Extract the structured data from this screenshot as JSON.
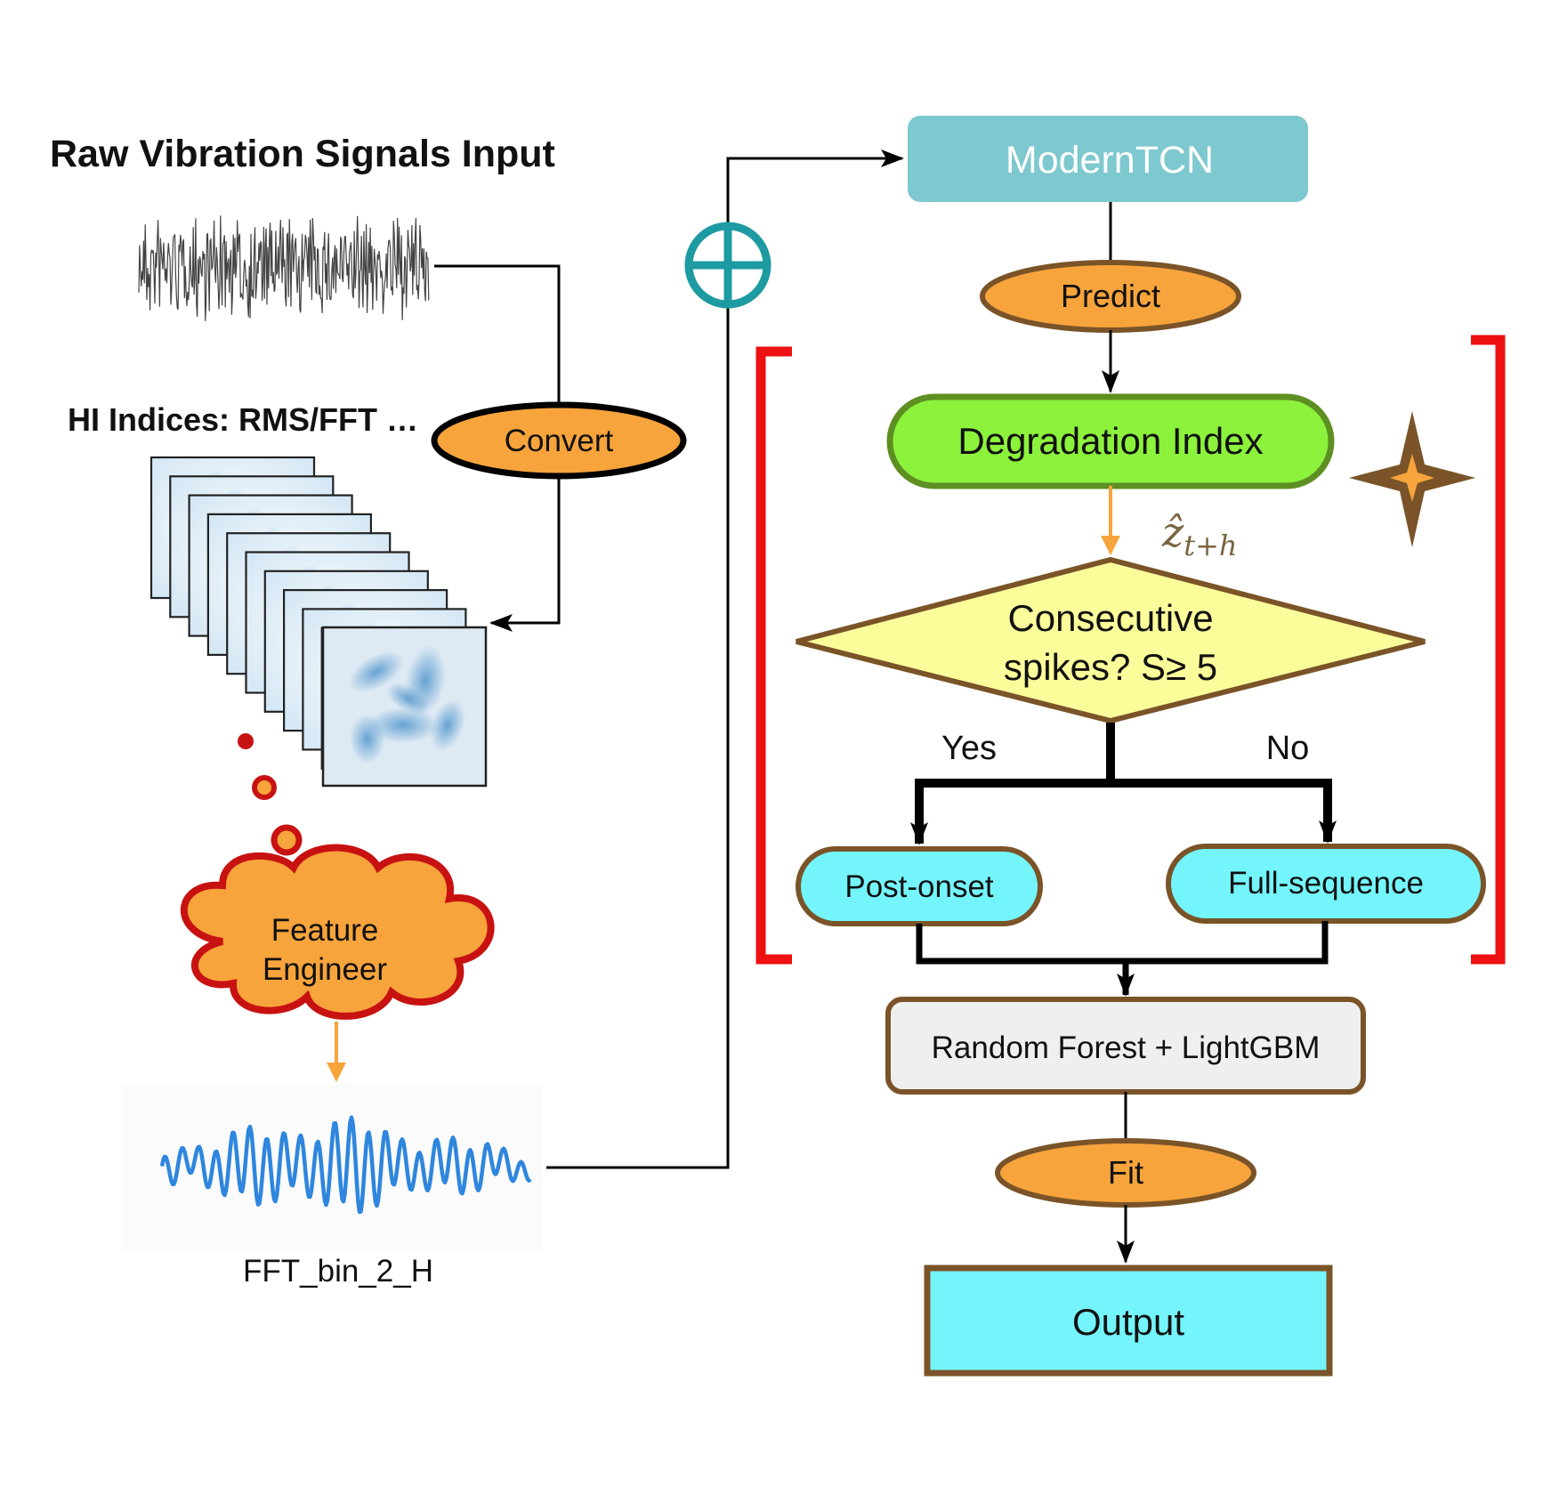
{
  "labels": {
    "raw_title": "Raw Vibration Signals Input",
    "hi_title": "HI Indices: RMS/FFT …",
    "convert": "Convert",
    "feature_line1": "Feature",
    "feature_line2": "Engineer",
    "fft_caption": "FFT_bin_2_H",
    "moderntcn": "ModernTCN",
    "predict": "Predict",
    "degradation": "Degradation Index",
    "zhat": "ẑ",
    "zhat_sub": "t+h",
    "decision_line1": "Consecutive",
    "decision_line2": "spikes? S≥ 5",
    "yes": "Yes",
    "no": "No",
    "post_onset": "Post-onset",
    "full_sequence": "Full-sequence",
    "rf_lgbm": "Random Forest + LightGBM",
    "fit": "Fit",
    "output": "Output"
  },
  "icons": {
    "sum": "circled-plus-icon",
    "star": "four-point-star-icon"
  },
  "colors": {
    "orange": "#F7A43C",
    "teal": "#7EC8CF",
    "green": "#8CF23C",
    "yellow": "#FBFD9B",
    "cyan": "#74F5FC",
    "brown": "#7A5428",
    "red": "#EE1111",
    "blue": "#2E86DE",
    "dark_red": "#C81212"
  }
}
